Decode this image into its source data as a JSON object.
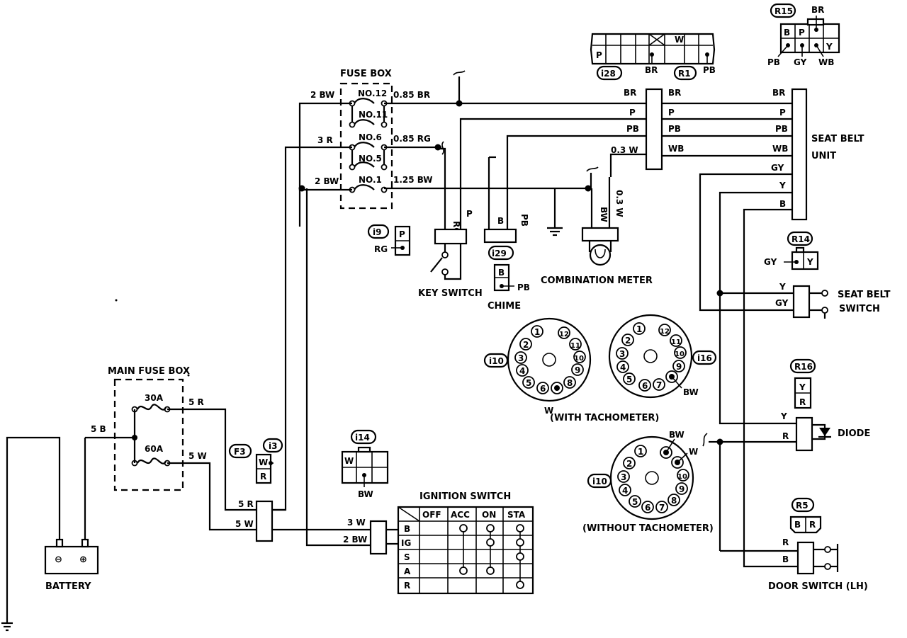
{
  "fuse_box": {
    "title": "FUSE BOX",
    "fuses": [
      "NO.12",
      "NO.11",
      "NO.6",
      "NO.5",
      "NO.1"
    ]
  },
  "main_fuse_box": {
    "title": "MAIN FUSE BOX",
    "fuses": [
      "30A",
      "60A"
    ]
  },
  "wires": {
    "fb_2bw_top": "2 BW",
    "fb_3r": "3 R",
    "fb_2bw_bottom": "2 BW",
    "fb_085br": "0.85 BR",
    "fb_085rg": "0.85 RG",
    "fb_125bw": "1.25 BW",
    "main_5b": "5 B",
    "main_5r": "5 R",
    "main_5w": "5 W",
    "conn_5r": "5 R",
    "conn_5w": "5 W",
    "ign_3w": "3 W",
    "ign_2bw": "2 BW",
    "br": "BR",
    "p": "P",
    "pb": "PB",
    "wb": "WB",
    "gy": "GY",
    "y": "Y",
    "b": "B",
    "r": "R",
    "w03": "0.3 W",
    "w03v": "0.3 W",
    "rg": "RG",
    "bw": "BW",
    "w": "W"
  },
  "components": {
    "seat_belt_unit": [
      "SEAT BELT",
      "UNIT"
    ],
    "key_switch": "KEY SWITCH",
    "chime": "CHIME",
    "combination_meter": "COMBINATION METER",
    "seat_belt_switch": [
      "SEAT BELT",
      "SWITCH"
    ],
    "diode": "DIODE",
    "door_switch": "DOOR SWITCH (LH)",
    "battery": "BATTERY",
    "with_tachometer": "(WITH TACHOMETER)",
    "without_tachometer": "(WITHOUT TACHOMETER)"
  },
  "connectors": {
    "i28": "i28",
    "R1": "R1",
    "R15": "R15",
    "R14": "R14",
    "R16": "R16",
    "R5": "R5",
    "i9": "i9",
    "i29": "i29",
    "i10": "i10",
    "i16": "i16",
    "i10b": "i10",
    "i14": "i14",
    "F3": "F3",
    "i3": "i3"
  },
  "ignition_switch": {
    "title": "IGNITION SWITCH",
    "columns": [
      "OFF",
      "ACC",
      "ON",
      "STA"
    ],
    "rows": [
      "B",
      "IG",
      "S",
      "A",
      "R"
    ]
  },
  "battery_terminals": [
    "⊖",
    "⊕"
  ]
}
